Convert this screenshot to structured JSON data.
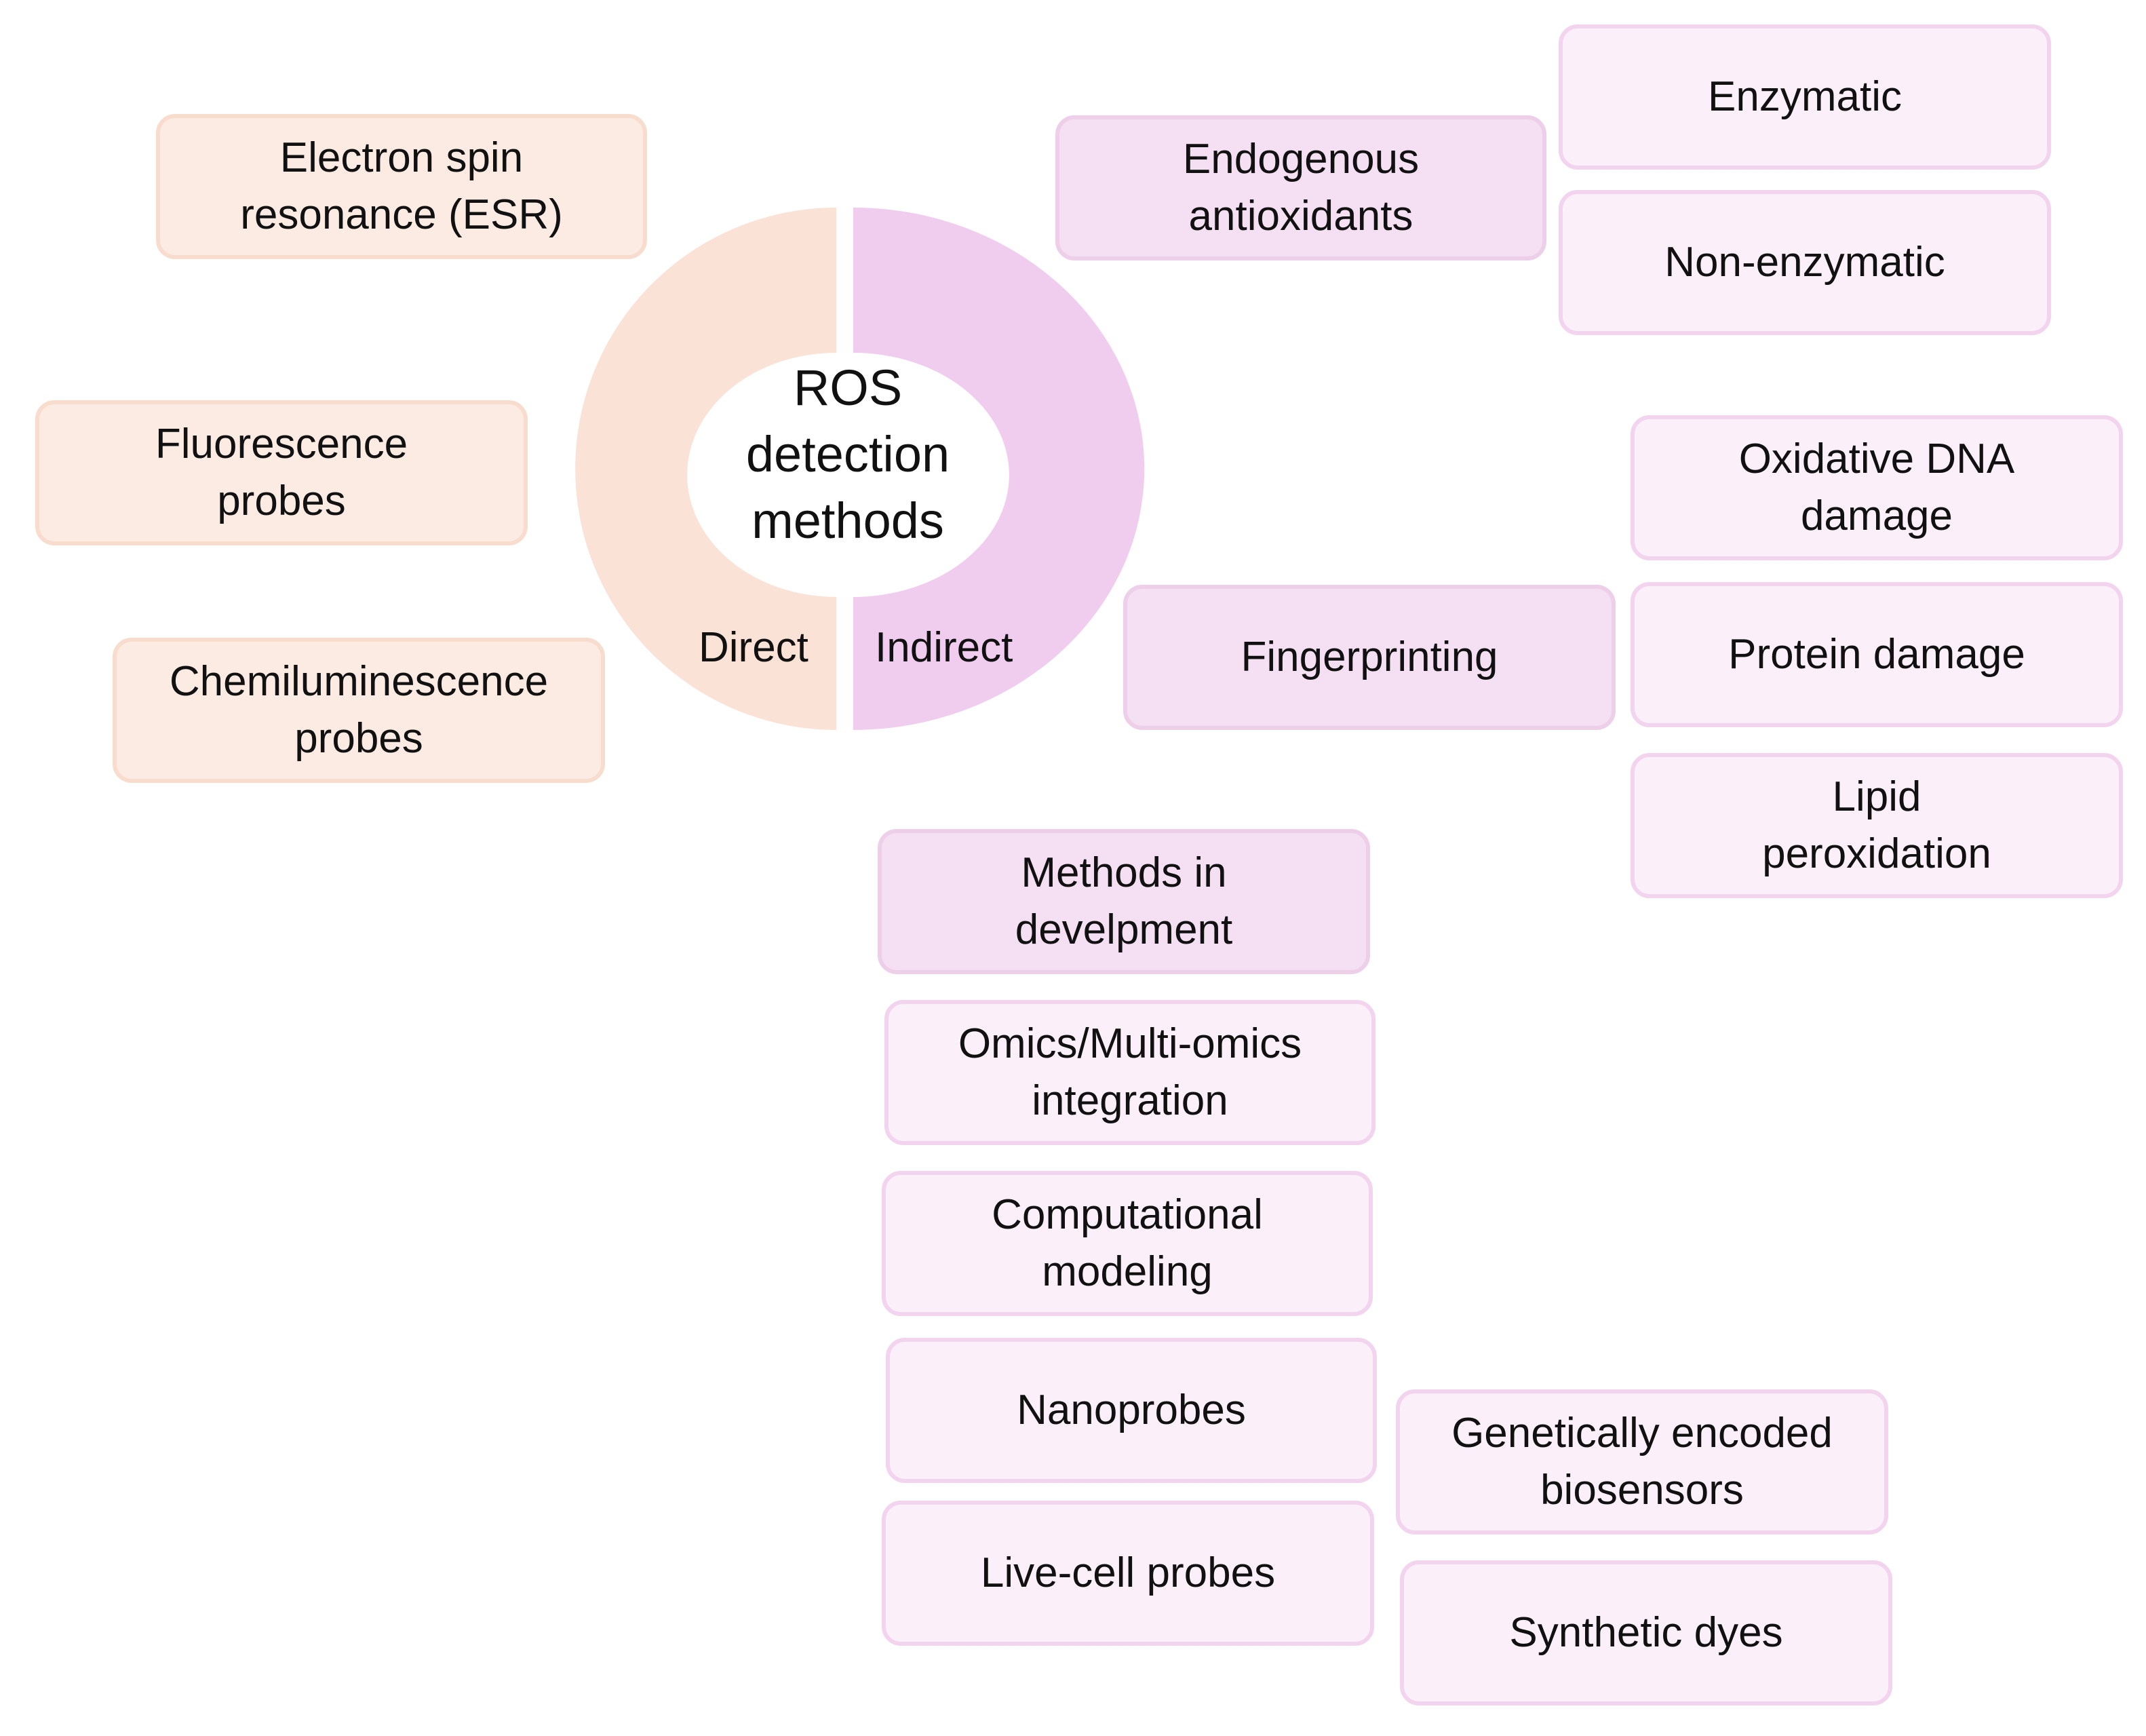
{
  "center": {
    "title": "ROS\ndetection\nmethods",
    "direct_label": "Direct",
    "indirect_label": "Indirect"
  },
  "direct_methods": [
    "Electron spin\nresonance (ESR)",
    "Fluorescence\nprobes",
    "Chemiluminescence\nprobes"
  ],
  "indirect": {
    "endogenous": {
      "label": "Endogenous\nantioxidants",
      "children": [
        "Enzymatic",
        "Non-enzymatic"
      ]
    },
    "fingerprinting": {
      "label": "Fingerprinting",
      "children": [
        "Oxidative DNA\ndamage",
        "Protein damage",
        "Lipid\nperoxidation"
      ]
    }
  },
  "in_development": {
    "label": "Methods in\ndevelpment",
    "children": [
      "Omics/Multi-omics\nintegration",
      "Computational\nmodeling",
      "Nanoprobes",
      "Live-cell probes"
    ],
    "live_cell_children": [
      "Genetically encoded\nbiosensors",
      "Synthetic dyes"
    ]
  },
  "colors": {
    "direct_ring": "#fae2d6",
    "indirect_ring": "#f0cdee",
    "direct_box_fill": "#fcebe3",
    "indirect_head_fill": "#f5dff2",
    "indirect_leaf_fill": "#fbf0f9"
  }
}
